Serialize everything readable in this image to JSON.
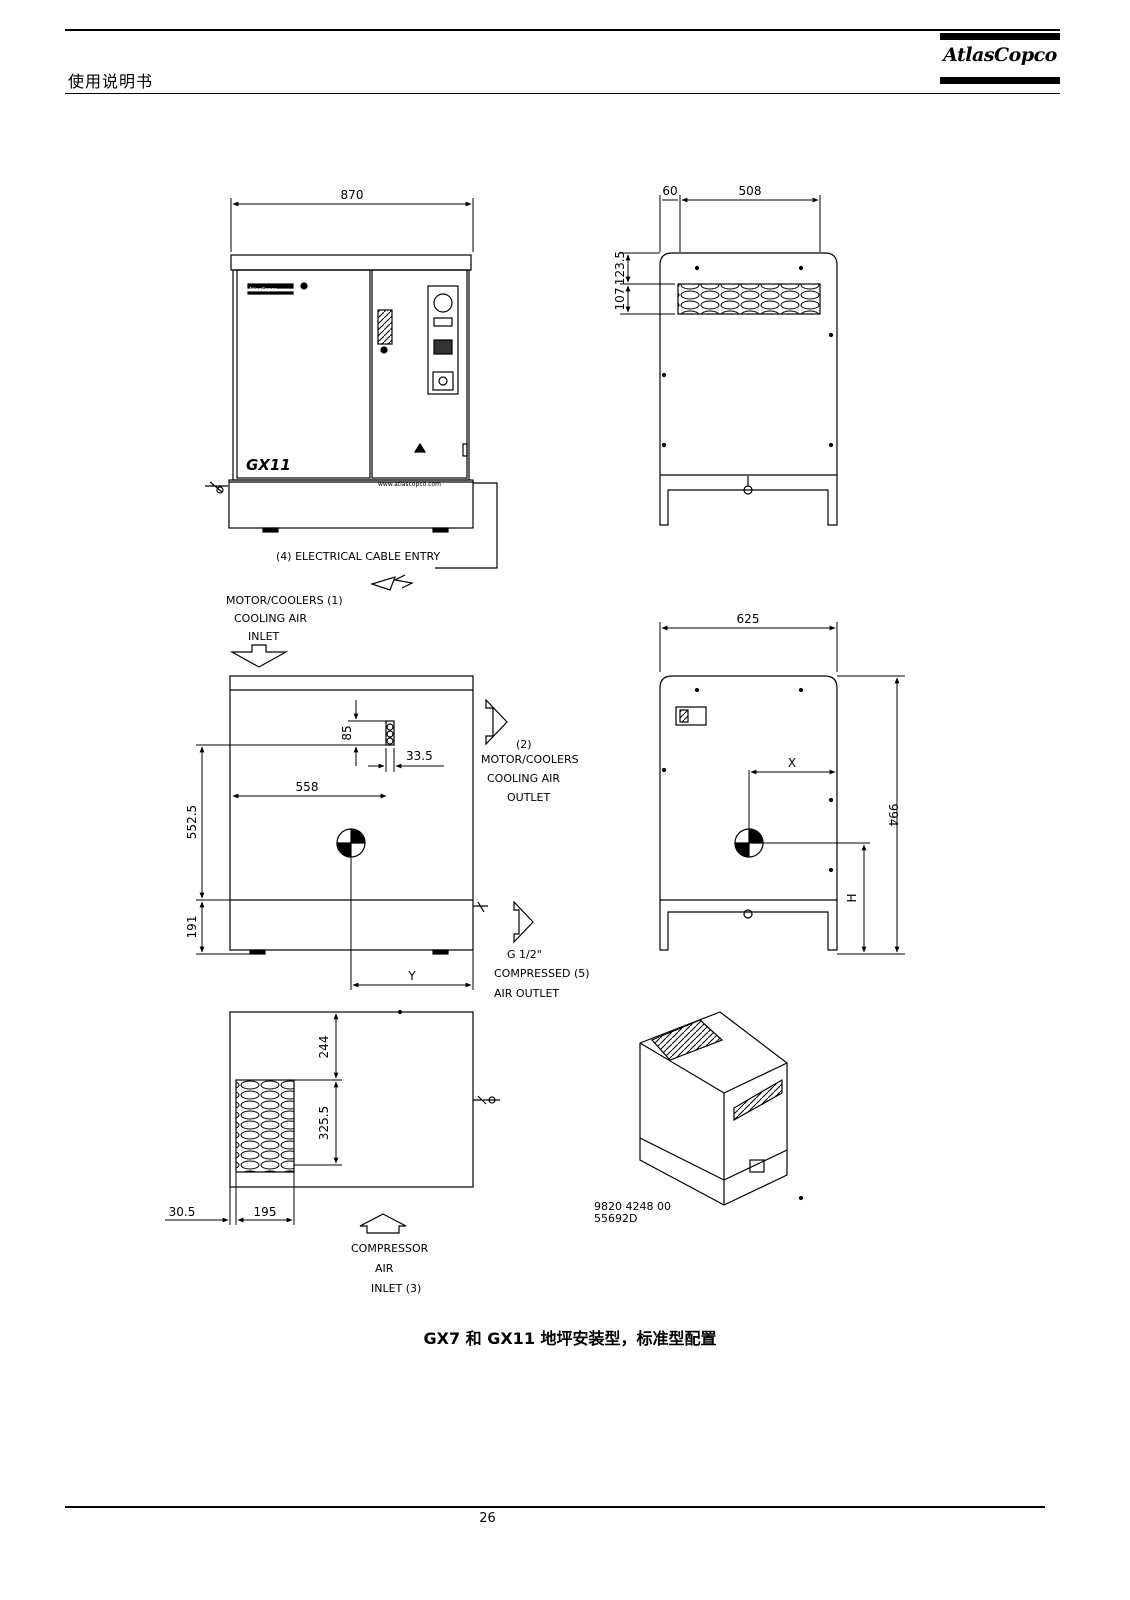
{
  "header": {
    "doc_title": "使用说明书",
    "logo_text": "AtlasCopco"
  },
  "figure": {
    "dims": {
      "width_870": "870",
      "d60": "60",
      "d508": "508",
      "d123_5": "123.5",
      "d107": "107",
      "d625": "625",
      "d994": "994",
      "d85": "85",
      "d33_5": "33.5",
      "d558": "558",
      "d552_5": "552.5",
      "d191": "191",
      "d244": "244",
      "d325_5": "325.5",
      "d30_5": "30.5",
      "d195": "195",
      "x": "X",
      "y": "Y",
      "h": "H"
    },
    "labels": {
      "electrical_cable_entry": "(4) ELECTRICAL CABLE ENTRY",
      "cooling_inlet_1": "MOTOR/COOLERS (1)",
      "cooling_inlet_2": "COOLING AIR",
      "cooling_inlet_3": "INLET",
      "cooling_outlet_0": "(2)",
      "cooling_outlet_1": "MOTOR/COOLERS",
      "cooling_outlet_2": "COOLING AIR",
      "cooling_outlet_3": "OUTLET",
      "compressed_outlet_1": "G 1/2\"",
      "compressed_outlet_2": "COMPRESSED (5)",
      "compressed_outlet_3": "AIR OUTLET",
      "compressor_inlet_1": "COMPRESSOR",
      "compressor_inlet_2": "AIR",
      "compressor_inlet_3": "INLET (3)",
      "model_plate": "GX11",
      "brand_small": "AtlasCopco",
      "website": "www.atlascopco.com",
      "drawing_no_1": "9820 4248 00",
      "drawing_no_2": "55692D"
    }
  },
  "caption": "GX7 和 GX11 地坪安装型，标准型配置",
  "footer": {
    "page_number": "26"
  }
}
